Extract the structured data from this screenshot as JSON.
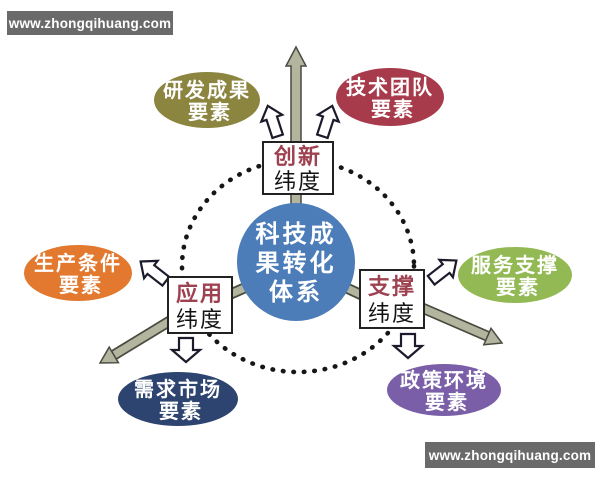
{
  "watermark": {
    "text": "www.zhongqihuang.com",
    "bg": "#6a6a6a",
    "fg": "#ffffff"
  },
  "center": {
    "line1": "科技成",
    "line2": "果转化",
    "line3": "体系",
    "fill": "#4d7db8",
    "text_color": "#ffffff"
  },
  "dimension_boxes": [
    {
      "name": "innovation",
      "word": "创新",
      "suffix": "纬度"
    },
    {
      "name": "application",
      "word": "应用",
      "suffix": "纬度"
    },
    {
      "name": "support",
      "word": "支撑",
      "suffix": "纬度"
    }
  ],
  "factor_ellipses": [
    {
      "name": "rd-achievement",
      "line1": "研发成果",
      "line2": "要素",
      "fill": "#8b8540"
    },
    {
      "name": "tech-team",
      "line1": "技术团队",
      "line2": "要素",
      "fill": "#a73b4b"
    },
    {
      "name": "production-conditions",
      "line1": "生产条件",
      "line2": "要素",
      "fill": "#e2792f"
    },
    {
      "name": "service-support",
      "line1": "服务支撑",
      "line2": "要素",
      "fill": "#92b953"
    },
    {
      "name": "demand-market",
      "line1": "需求市场",
      "line2": "要素",
      "fill": "#2e4470"
    },
    {
      "name": "policy-environment",
      "line1": "政策环境",
      "line2": "要素",
      "fill": "#7a5fa8"
    }
  ],
  "styles": {
    "dim_word_color": "#9e4150",
    "arrow_fill": "#b4b59e",
    "arrow_outline": "#4a4a40",
    "dotted_color": "#161616",
    "box_border": "#222222",
    "background": "#ffffff"
  }
}
